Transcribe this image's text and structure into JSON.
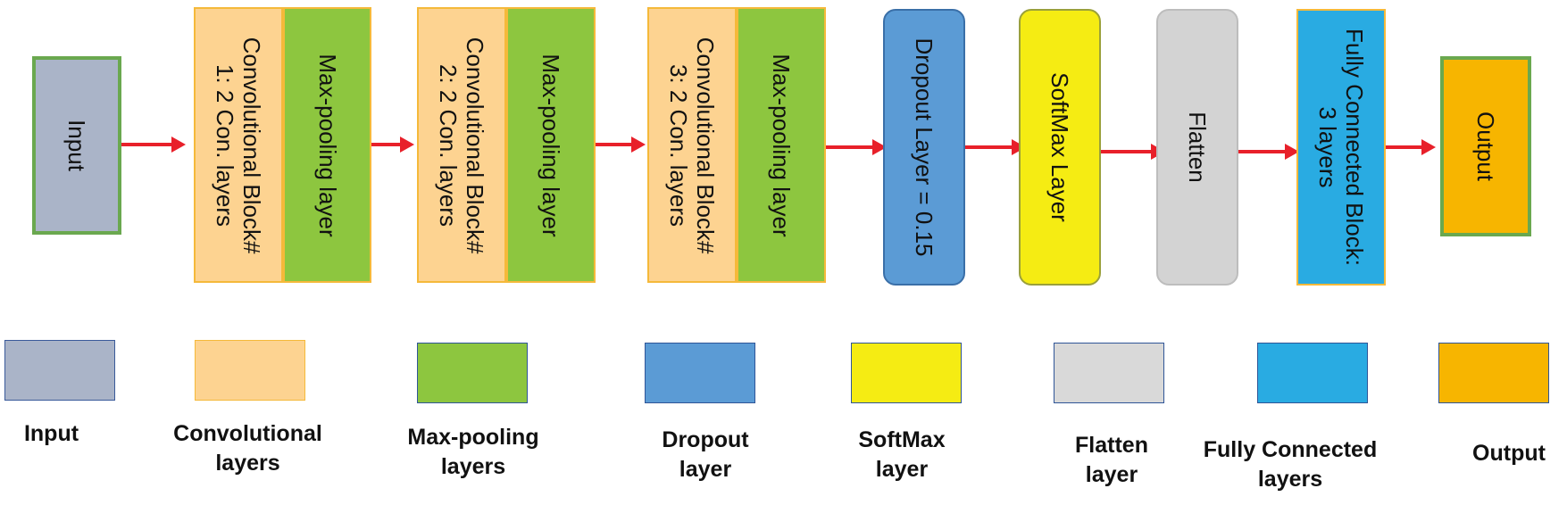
{
  "colors": {
    "input": "#aab4c8",
    "input_border": "#6aa84f",
    "conv": "#fdd391",
    "conv_border": "#f5b93a",
    "maxpool": "#8dc63f",
    "dropout": "#5b9bd5",
    "softmax": "#f5ec13",
    "flatten": "#d3d3d3",
    "fc": "#29abe2",
    "output": "#f7b500",
    "arrow": "#e8202a"
  },
  "nodes": {
    "input": "Input",
    "conv1": [
      "Convolutional Block#",
      "1: 2 Con. layers"
    ],
    "pool1": "Max-pooling layer",
    "conv2": [
      "Convolutional Block#",
      "2: 2 Con. layers"
    ],
    "pool2": "Max-pooling layer",
    "conv3": [
      "Convolutional Block#",
      "3: 2 Con. layers"
    ],
    "pool3": "Max-pooling layer",
    "dropout": "Dropout Layer = 0.15",
    "softmax": "SoftMax Layer",
    "flatten": "Flatten",
    "fc": [
      "Fully Connected Block:",
      "3 layers"
    ],
    "output": "Output"
  },
  "legend": {
    "input": [
      "Input"
    ],
    "conv": [
      "Convolutional",
      "layers"
    ],
    "maxpool": [
      "Max-pooling",
      "layers"
    ],
    "dropout": [
      "Dropout",
      "layer"
    ],
    "softmax": [
      "SoftMax",
      "layer"
    ],
    "flatten": [
      "Flatten",
      "layer"
    ],
    "fc": [
      "Fully Connected",
      "layers"
    ],
    "output": [
      "Output"
    ]
  }
}
